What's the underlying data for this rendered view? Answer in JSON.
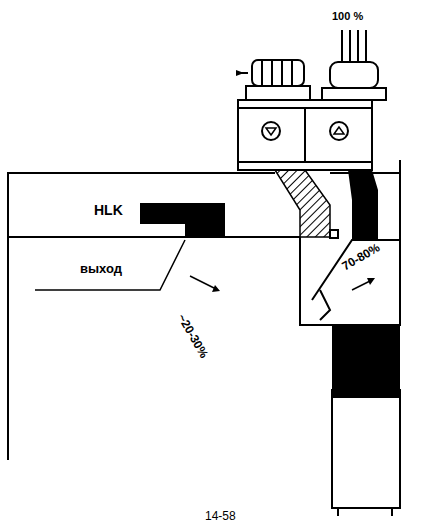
{
  "diagram": {
    "caption": "14-58",
    "labels": [
      "100 %",
      "HLK",
      "выход",
      "~20-30%",
      "70-80%"
    ]
  }
}
